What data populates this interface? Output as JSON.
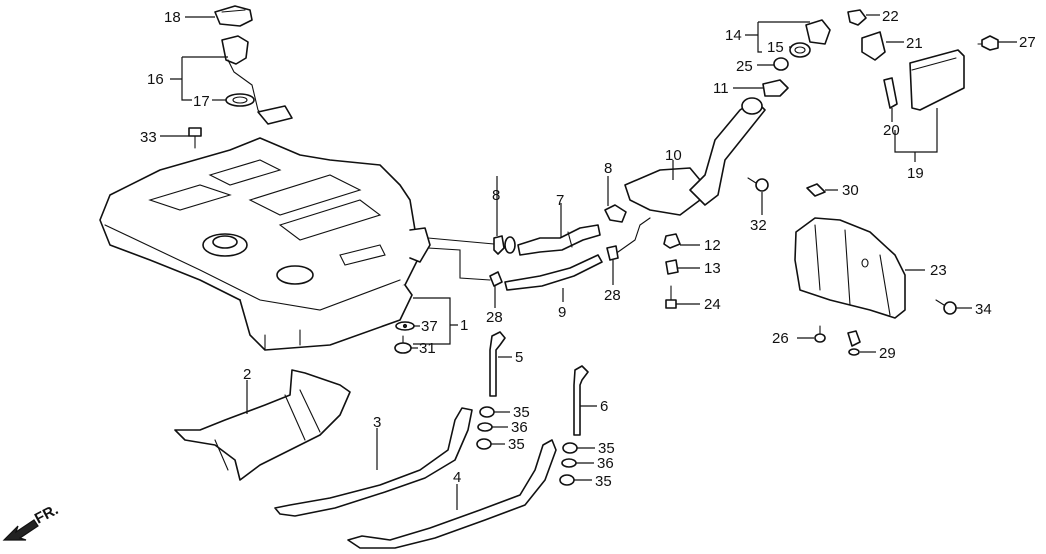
{
  "diagram": {
    "title": "Fuel Tank Exploded Parts Diagram",
    "direction_indicator": "FR.",
    "colors": {
      "line": "#111111",
      "background": "#ffffff"
    },
    "callouts": [
      {
        "id": "c18",
        "label": "18",
        "part": "fuel-filler-cap-top"
      },
      {
        "id": "c16",
        "label": "16",
        "part": "fuel-gauge-unit"
      },
      {
        "id": "c17",
        "label": "17",
        "part": "gauge-gasket"
      },
      {
        "id": "c33",
        "label": "33",
        "part": "drain-bolt"
      },
      {
        "id": "c14",
        "label": "14",
        "part": "fuel-filler-cap"
      },
      {
        "id": "c15",
        "label": "15",
        "part": "cap-gasket"
      },
      {
        "id": "c25",
        "label": "25",
        "part": "grommet"
      },
      {
        "id": "c11",
        "label": "11",
        "part": "filler-neck-bracket"
      },
      {
        "id": "c22",
        "label": "22",
        "part": "lid-clip"
      },
      {
        "id": "c21",
        "label": "21",
        "part": "lid-hinge"
      },
      {
        "id": "c27",
        "label": "27",
        "part": "lid-bumper"
      },
      {
        "id": "c20",
        "label": "20",
        "part": "lid-spring"
      },
      {
        "id": "c19",
        "label": "19",
        "part": "fuel-lid-assembly"
      },
      {
        "id": "c10",
        "label": "10",
        "part": "filler-pipe"
      },
      {
        "id": "c8a",
        "label": "8",
        "part": "hose-clamp-left"
      },
      {
        "id": "c8b",
        "label": "8",
        "part": "hose-clamp-right"
      },
      {
        "id": "c7",
        "label": "7",
        "part": "filler-hose"
      },
      {
        "id": "c9",
        "label": "9",
        "part": "breather-hose"
      },
      {
        "id": "c28a",
        "label": "28",
        "part": "clip-left"
      },
      {
        "id": "c28b",
        "label": "28",
        "part": "clip-right"
      },
      {
        "id": "c12",
        "label": "12",
        "part": "grommet-12"
      },
      {
        "id": "c13",
        "label": "13",
        "part": "collar-13"
      },
      {
        "id": "c24",
        "label": "24",
        "part": "bolt-24"
      },
      {
        "id": "c32",
        "label": "32",
        "part": "valve-32"
      },
      {
        "id": "c30",
        "label": "30",
        "part": "nut-30"
      },
      {
        "id": "c23",
        "label": "23",
        "part": "splash-guard"
      },
      {
        "id": "c34",
        "label": "34",
        "part": "bolt-34"
      },
      {
        "id": "c26",
        "label": "26",
        "part": "screw-26"
      },
      {
        "id": "c29",
        "label": "29",
        "part": "clip-29"
      },
      {
        "id": "c1",
        "label": "1",
        "part": "fuel-tank"
      },
      {
        "id": "c37",
        "label": "37",
        "part": "washer-37"
      },
      {
        "id": "c31",
        "label": "31",
        "part": "nut-31"
      },
      {
        "id": "c5",
        "label": "5",
        "part": "strap-bolt-5"
      },
      {
        "id": "c6",
        "label": "6",
        "part": "strap-bolt-6"
      },
      {
        "id": "c35a",
        "label": "35",
        "part": "nut-35-a"
      },
      {
        "id": "c36a",
        "label": "36",
        "part": "washer-36-a"
      },
      {
        "id": "c35b",
        "label": "35",
        "part": "nut-35-b"
      },
      {
        "id": "c35c",
        "label": "35",
        "part": "nut-35-c"
      },
      {
        "id": "c36b",
        "label": "36",
        "part": "washer-36-b"
      },
      {
        "id": "c35d",
        "label": "35",
        "part": "nut-35-d"
      },
      {
        "id": "c2",
        "label": "2",
        "part": "heat-shield"
      },
      {
        "id": "c3",
        "label": "3",
        "part": "tank-strap-3"
      },
      {
        "id": "c4",
        "label": "4",
        "part": "tank-strap-4"
      }
    ]
  }
}
